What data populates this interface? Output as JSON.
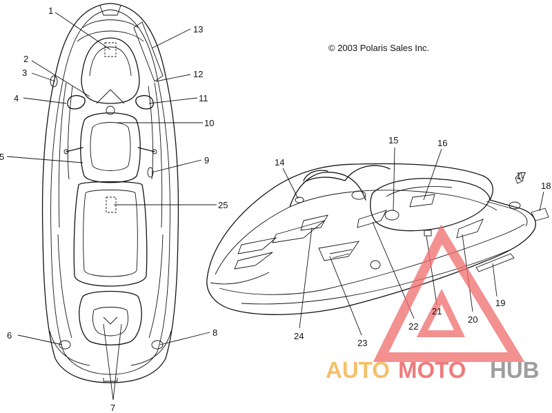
{
  "copyright": "© 2003 Polaris Sales Inc.",
  "watermark": {
    "word_auto": "AUTO",
    "word_moto": "MOTO",
    "word_hub": "HUB",
    "color_auto": "#f5c06a",
    "color_moto": "#ef7b7b",
    "color_hub": "#9e9e9e",
    "triangle_color": "#ef6b6b"
  },
  "callouts": {
    "n1": "1",
    "n2": "2",
    "n3": "3",
    "n4": "4",
    "n5": "5",
    "n6": "6",
    "n7": "7",
    "n8": "8",
    "n9": "9",
    "n10": "10",
    "n11": "11",
    "n12": "12",
    "n13": "13",
    "n14": "14",
    "n15": "15",
    "n16": "16",
    "n17": "17",
    "n18": "18",
    "n19": "19",
    "n20": "20",
    "n21": "21",
    "n22": "22",
    "n23": "23",
    "n24": "24",
    "n25": "25"
  }
}
